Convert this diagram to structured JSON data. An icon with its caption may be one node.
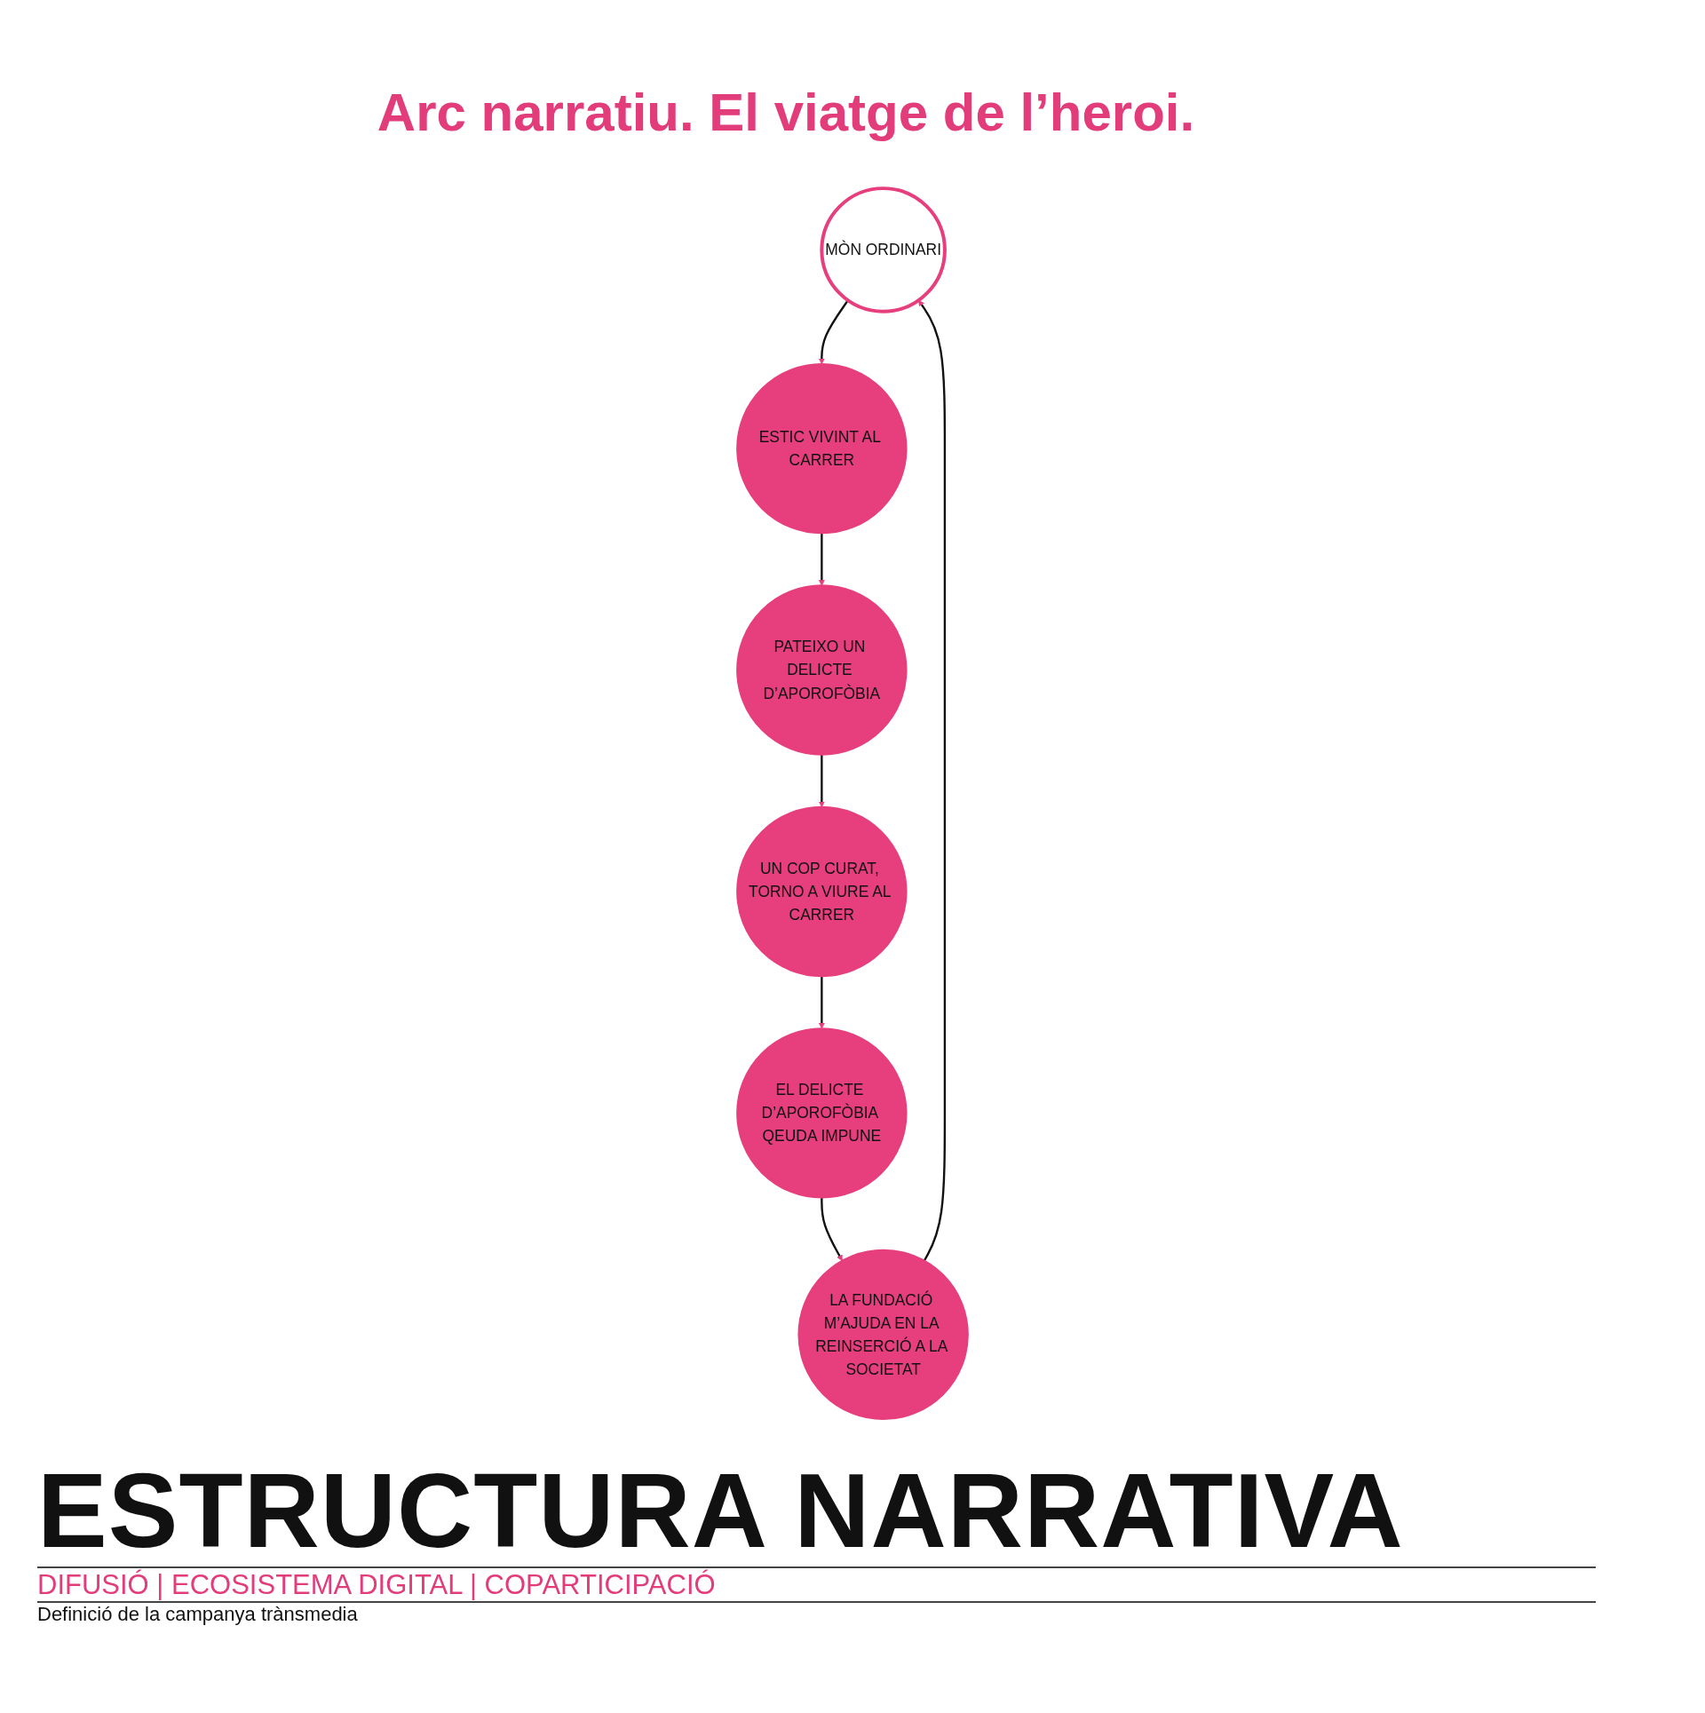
{
  "diagram": {
    "title": "Arc narratiu. El viatge de l’heroi.",
    "nodes": [
      {
        "text": [
          "MÒN ORDINARI"
        ]
      },
      {
        "text": [
          "ESTIC VIVINT AL CARRER"
        ]
      },
      {
        "text": [
          "PATEIXO UN DELICTE D’APOROFÒBIA"
        ]
      },
      {
        "text": [
          "UN COP CURAT, TORNO A VIURE AL CARRER"
        ]
      },
      {
        "text": [
          "EL DELICTE D’APOROFÒBIA QEUDA IMPUNE"
        ]
      },
      {
        "text": [
          "LA FUNDACIÓ M’AJUDA EN LA REINSERCIÓ A LA SOCIETAT"
        ]
      }
    ],
    "edges": [
      {
        "from": 0,
        "to": 1,
        "arrow": "to"
      },
      {
        "from": 1,
        "to": 2,
        "arrow": "to"
      },
      {
        "from": 2,
        "to": 3,
        "arrow": "to"
      },
      {
        "from": 3,
        "to": 4,
        "arrow": "to"
      },
      {
        "from": 4,
        "to": 5,
        "arrow": "to"
      },
      {
        "from": 5,
        "to": 0,
        "arrow": "to"
      }
    ],
    "labels": [
      "ESTRUCTURA NARRATIVA",
      "DIFUSIÓ | ECOSISTEMA DIGITAL | COPARTICIPACIÓ",
      "Definició de la campanya trànsmedia"
    ]
  }
}
